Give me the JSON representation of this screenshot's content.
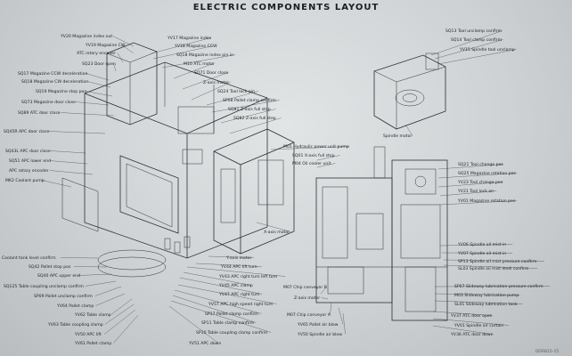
{
  "title": "ELECTRIC COMPONENTS LAYOUT",
  "corner_text": "ODR815-15",
  "labels_left": [
    "YV20 Magazine index out",
    "YV19 Magazine CW",
    "ATC rotary encoder",
    "SQ23 Door open",
    "SQ17 Magazine CCW deceleration",
    "SQ18 Magazine CW deceleration",
    "SQ19 Magazine stop pos",
    "SQ73 Magazine door close",
    "SQ89 ATC door close",
    "SQ45R APC door close",
    "SQ43L APC door close",
    "SQ51 APC lower end",
    "APC rotary encoder",
    "MK2 Coolant pump",
    "Coolant tank level confirm",
    "SQ42 Pallet stop pos",
    "SQ40 APC upper end",
    "SQ125 Table coupling unclamp confirm",
    "SP09 Pallet unclamp confirm",
    "YV64 Pallet clamp",
    "YV62 Table clamp",
    "YV63 Table coupling clamp",
    "YV50 APC lift",
    "YV61 Pallet clamp"
  ],
  "labels_top": [
    "YV17 Magazine index",
    "YV18 Magazine CCW",
    "SQ18 Magazine index pin in",
    "M10 ATC motor",
    "SQ71 Door close",
    "Z-axis motor",
    "SQ24 Tool lock pin",
    "SP08 Pallet clamp confirm",
    "SQ81 Z-axis full stop",
    "SQ82 Z-axis full step"
  ],
  "labels_mid": [
    "M01 Hydraulic power unit pump",
    "SQ01 X-axis full stop",
    "M04 Oil cooler unit",
    "X-axis motor",
    "Y-axis motor",
    "YV44 APC lift turn",
    "YV43 APC right turn left turn",
    "YV45 APC clamp",
    "YV47 APC right turn",
    "YV57 APC high speed right turn",
    "SP17 Pallet clamp confirm",
    "SP11 Table clamp confirm",
    "SP10 Table coupling clamp confirm",
    "YV51 APC down",
    "M07 Chip conveyor B",
    "Z-axis motor",
    "M07 Chip conveyor A",
    "YV65 Pallet air blow",
    "YV50 Spindle air blow"
  ],
  "labels_right_top": [
    "SQ13 Tool unclamp confirm",
    "SQ14 Tool clamp confirm",
    "YV15 Spindle tool unclamp",
    "Spindle motor"
  ],
  "labels_right_mid": [
    "SQ21 Tool change pos",
    "SQ25 Magazine rotation pos",
    "YV23 Tool change pos",
    "YV21 Tool lock on",
    "YV01 Magazine rotation pos",
    "YV06 Spindle oil mist in",
    "YV07 Spindle oil mist in",
    "SP13 Spindle oil mist pressure confirm",
    "SL03 Spindle oil mist level confirm",
    "SP07 Slideway lubrication pressure confirm",
    "M03 Slideway lubrication pump",
    "SL01 Slideway lubrication tank",
    "YV37 ATC door open",
    "YV01 Spindle air curtain",
    "YV36 ATC door down"
  ]
}
